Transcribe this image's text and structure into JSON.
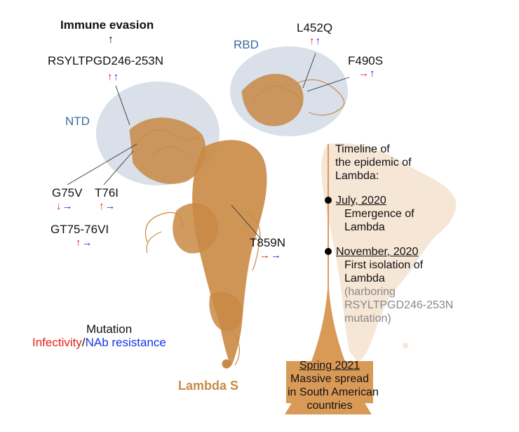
{
  "header": {
    "title": "Immune evasion"
  },
  "domains": {
    "rbd": "RBD",
    "ntd": "NTD"
  },
  "mutations": {
    "rsyl": "RSYLTPGD246-253N",
    "l452q": "L452Q",
    "f490s": "F490S",
    "g75v": "G75V",
    "t76i": "T76I",
    "gt75": "GT75-76VI",
    "t859n": "T859N"
  },
  "effect_arrows": {
    "rsyl": [
      "up",
      "up"
    ],
    "l452q": [
      "up",
      "up"
    ],
    "f490s": [
      "right",
      "up"
    ],
    "g75v": [
      "down",
      "right"
    ],
    "t76i": [
      "up",
      "right"
    ],
    "gt75": [
      "up",
      "right"
    ],
    "t859n": [
      "right",
      "right"
    ]
  },
  "legend": {
    "title": "Mutation",
    "infectivity": "Infectivity",
    "separator": "/",
    "nab": "NAb resistance"
  },
  "protein_label": "Lambda S",
  "timeline": {
    "title": [
      "Timeline of",
      "the epidemic of",
      "Lambda:"
    ],
    "event1_date": "July, 2020",
    "event1_text": [
      "Emergence of",
      "Lambda"
    ],
    "event2_date": "November, 2020",
    "event2_text": [
      "First isolation of",
      "Lambda"
    ],
    "event2_note": [
      "(harboring",
      "RSYLTPGD246-253N",
      "mutation)"
    ],
    "event3_date": "Spring 2021",
    "event3_text": [
      "Massive spread",
      "in South American",
      "countries"
    ]
  },
  "colors": {
    "protein": "#c98a45",
    "domain_oval": "#d9e0ea",
    "map": "#f6e6d6",
    "timeline_shape": "#d99a57",
    "label_blue": "#3a6a9e",
    "infectivity": "#e8201c",
    "nab": "#1535e6"
  }
}
